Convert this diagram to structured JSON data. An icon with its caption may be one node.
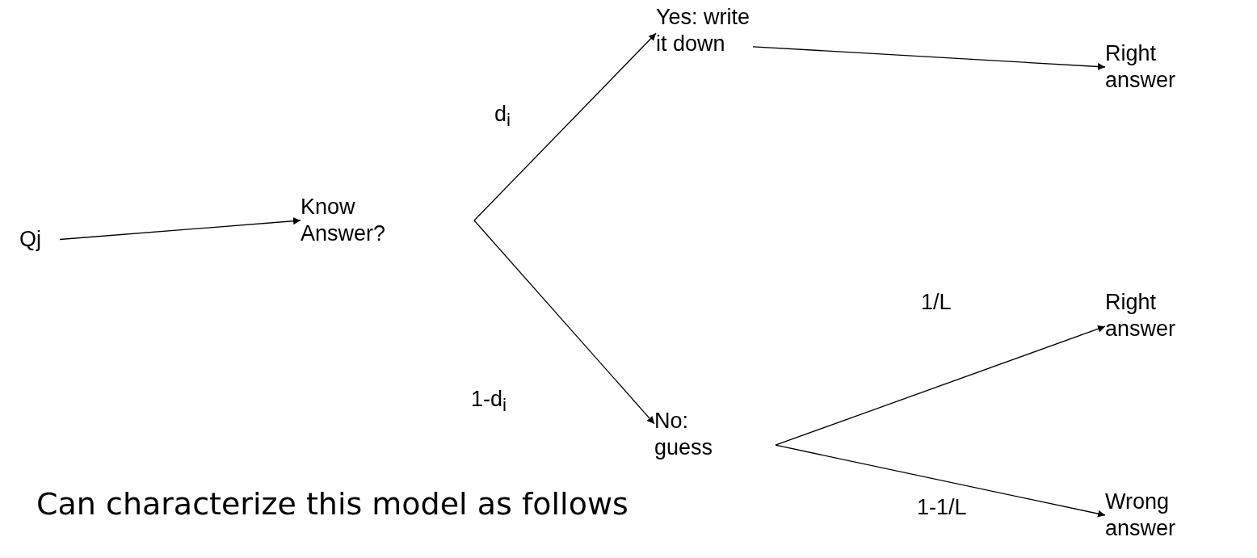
{
  "diagram": {
    "caption": "Can characterize this model as follows",
    "nodes": [
      {
        "text": [
          "Qj"
        ]
      },
      {
        "text": [
          "Know Answer?"
        ]
      },
      {
        "text": [
          "Yes: write it down"
        ]
      },
      {
        "text": [
          "Right answer"
        ]
      },
      {
        "text": [
          "No: guess"
        ]
      },
      {
        "text": [
          "Right answer"
        ]
      },
      {
        "text": [
          "Wrong answer"
        ]
      }
    ],
    "edges": [
      {
        "from": 0,
        "to": 1,
        "arrow": "to"
      },
      {
        "from": 1,
        "to": 2,
        "arrow": "to",
        "label": "d$_{i}$"
      },
      {
        "from": 2,
        "to": 3,
        "arrow": "to"
      },
      {
        "from": 1,
        "to": 4,
        "arrow": "to",
        "label": "1-d$_{i}$"
      },
      {
        "from": 4,
        "to": 5,
        "arrow": "to",
        "label": "1/L"
      },
      {
        "from": 4,
        "to": 6,
        "arrow": "to",
        "label": "1-1/L"
      }
    ]
  }
}
